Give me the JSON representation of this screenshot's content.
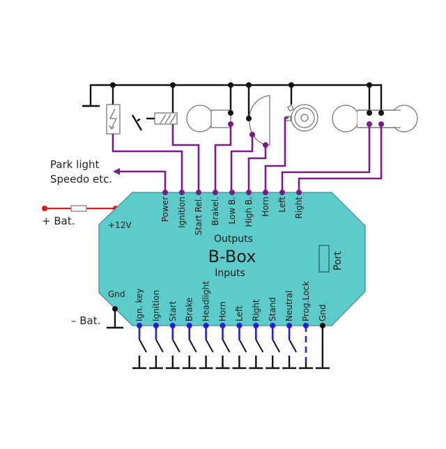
{
  "diagram": {
    "device_title": "B-Box",
    "outputs_label": "Outputs",
    "inputs_label": "Inputs",
    "port_label": "Port",
    "supply_label": "+12V",
    "ground_label": "Gnd",
    "battery_positive": "+ Bat.",
    "battery_negative": "– Bat.",
    "aux_output_line1": "Park light",
    "aux_output_line2": "Speedo etc.",
    "outputs": [
      {
        "label": "Power",
        "load": "aux-arrow"
      },
      {
        "label": "Ignition",
        "load": "fuse"
      },
      {
        "label": "Start Rel.",
        "load": "starter-relay"
      },
      {
        "label": "Brakel.",
        "load": "brake-bulb"
      },
      {
        "label": "Low B.",
        "load": "headlight-low"
      },
      {
        "label": "High B.",
        "load": "headlight-high"
      },
      {
        "label": "Horn",
        "load": "horn"
      },
      {
        "label": "Left",
        "load": "indicator-left"
      },
      {
        "label": "Right",
        "load": "indicator-right"
      }
    ],
    "inputs": [
      {
        "label": "Ign. key",
        "type": "switch"
      },
      {
        "label": "Ignition",
        "type": "switch"
      },
      {
        "label": "Start",
        "type": "switch"
      },
      {
        "label": "Brake",
        "type": "switch"
      },
      {
        "label": "Headlight",
        "type": "switch"
      },
      {
        "label": "Horn",
        "type": "switch"
      },
      {
        "label": "Left",
        "type": "switch"
      },
      {
        "label": "Right",
        "type": "switch"
      },
      {
        "label": "Stand",
        "type": "switch"
      },
      {
        "label": "Neutral",
        "type": "switch"
      },
      {
        "label": "Prog.Lock",
        "type": "dashed-jumper"
      },
      {
        "label": "Gnd",
        "type": "ground"
      }
    ],
    "colors": {
      "box_fill": "#5ecbcb",
      "output_wire": "#7a1a86",
      "input_wire": "#2222cc",
      "supply_wire": "#e01818",
      "ground_wire": "#111111"
    }
  }
}
